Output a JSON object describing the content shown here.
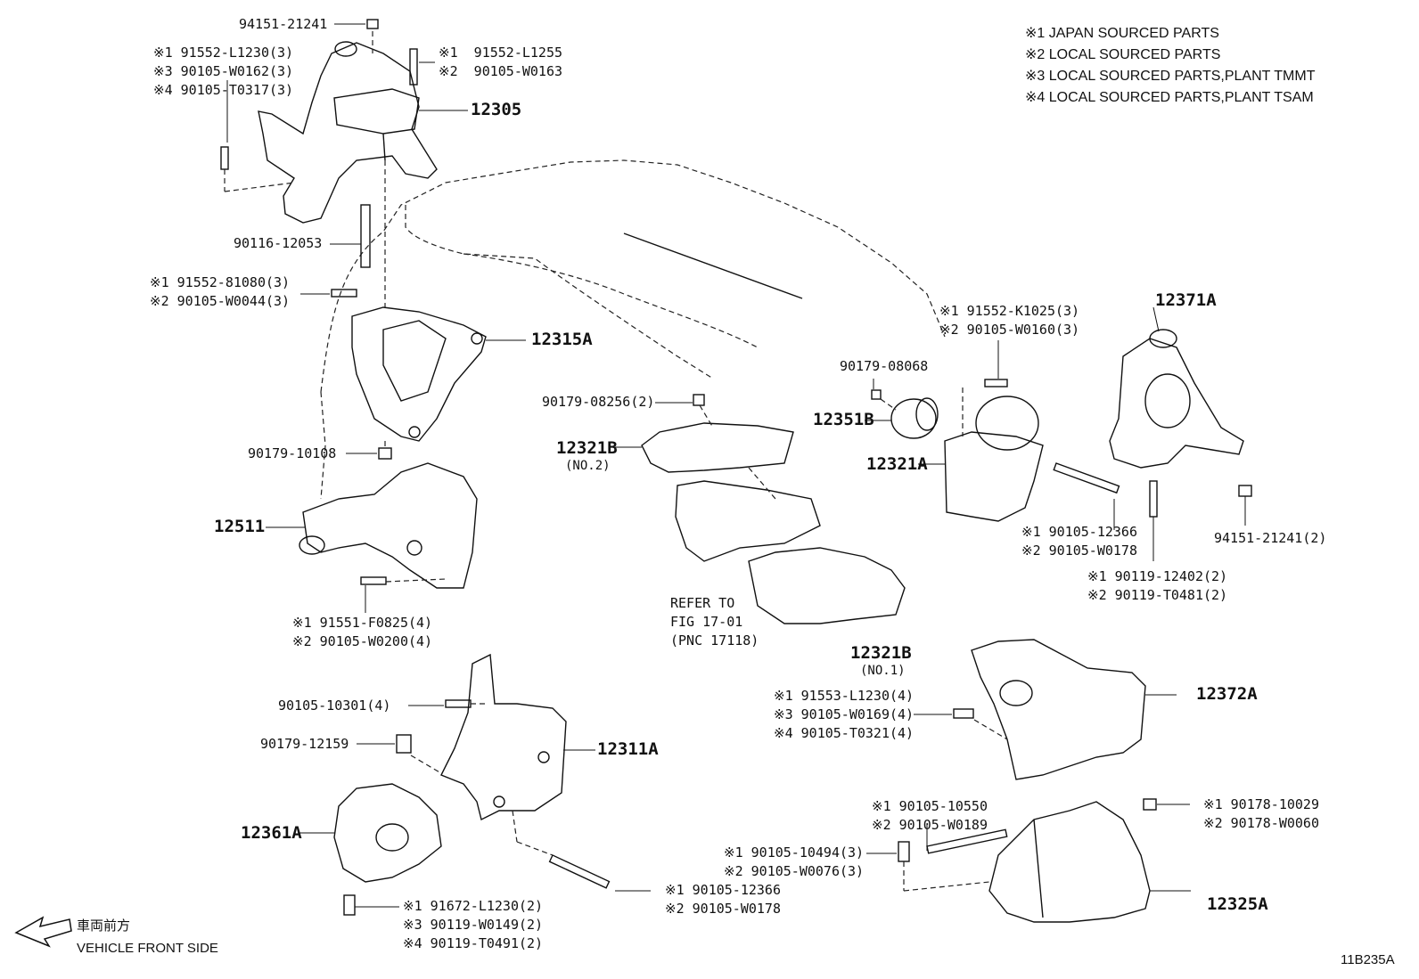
{
  "legend": [
    "※1 JAPAN SOURCED PARTS",
    "※2 LOCAL SOURCED PARTS",
    "※3 LOCAL SOURCED PARTS,PLANT TMMT",
    "※4 LOCAL SOURCED PARTS,PLANT TSAM"
  ],
  "figure_id": "11B235A",
  "front_side": {
    "jp": "車両前方",
    "en": "VEHICLE FRONT SIDE"
  },
  "labels": {
    "p94151_top": "94151-21241",
    "g1": [
      "※1 91552-L1230(3)",
      "※3 90105-W0162(3)",
      "※4 90105-T0317(3)"
    ],
    "g2": [
      "※1  91552-L1255",
      "※2  90105-W0163"
    ],
    "p12305": "12305",
    "p90116": "90116-12053",
    "g3": [
      "※1 91552-81080(3)",
      "※2 90105-W0044(3)"
    ],
    "p12315A": "12315A",
    "p90179_10108": "90179-10108",
    "p12511": "12511",
    "g4": [
      "※1 91551-F0825(4)",
      "※2 90105-W0200(4)"
    ],
    "p90179_08256": "90179-08256(2)",
    "p12321B_no2": "12321B",
    "no2": "(NO.2)",
    "refer": [
      "REFER TO",
      "FIG 17-01",
      "(PNC 17118)"
    ],
    "p12321B_no1": "12321B",
    "no1": "(NO.1)",
    "p90179_08068": "90179-08068",
    "p12351B": "12351B",
    "g5": [
      "※1 91552-K1025(3)",
      "※2 90105-W0160(3)"
    ],
    "p12321A": "12321A",
    "g6": [
      "※1 90105-12366",
      "※2 90105-W0178"
    ],
    "p12371A": "12371A",
    "p94151_right": "94151-21241(2)",
    "g7": [
      "※1 90119-12402(2)",
      "※2 90119-T0481(2)"
    ],
    "g8": [
      "※1 91553-L1230(4)",
      "※3 90105-W0169(4)",
      "※4 90105-T0321(4)"
    ],
    "p12372A": "12372A",
    "p90105_10301": "90105-10301(4)",
    "p90179_12159": "90179-12159",
    "p12311A": "12311A",
    "p12361A": "12361A",
    "g9": [
      "※1 90105-12366",
      "※2 90105-W0178"
    ],
    "g10": [
      "※1 91672-L1230(2)",
      "※3 90119-W0149(2)",
      "※4 90119-T0491(2)"
    ],
    "g11": [
      "※1 90105-10550",
      "※2 90105-W0189"
    ],
    "g12": [
      "※1 90105-10494(3)",
      "※2 90105-W0076(3)"
    ],
    "g13": [
      "※1 90178-10029",
      "※2 90178-W0060"
    ],
    "p12325A": "12325A"
  }
}
